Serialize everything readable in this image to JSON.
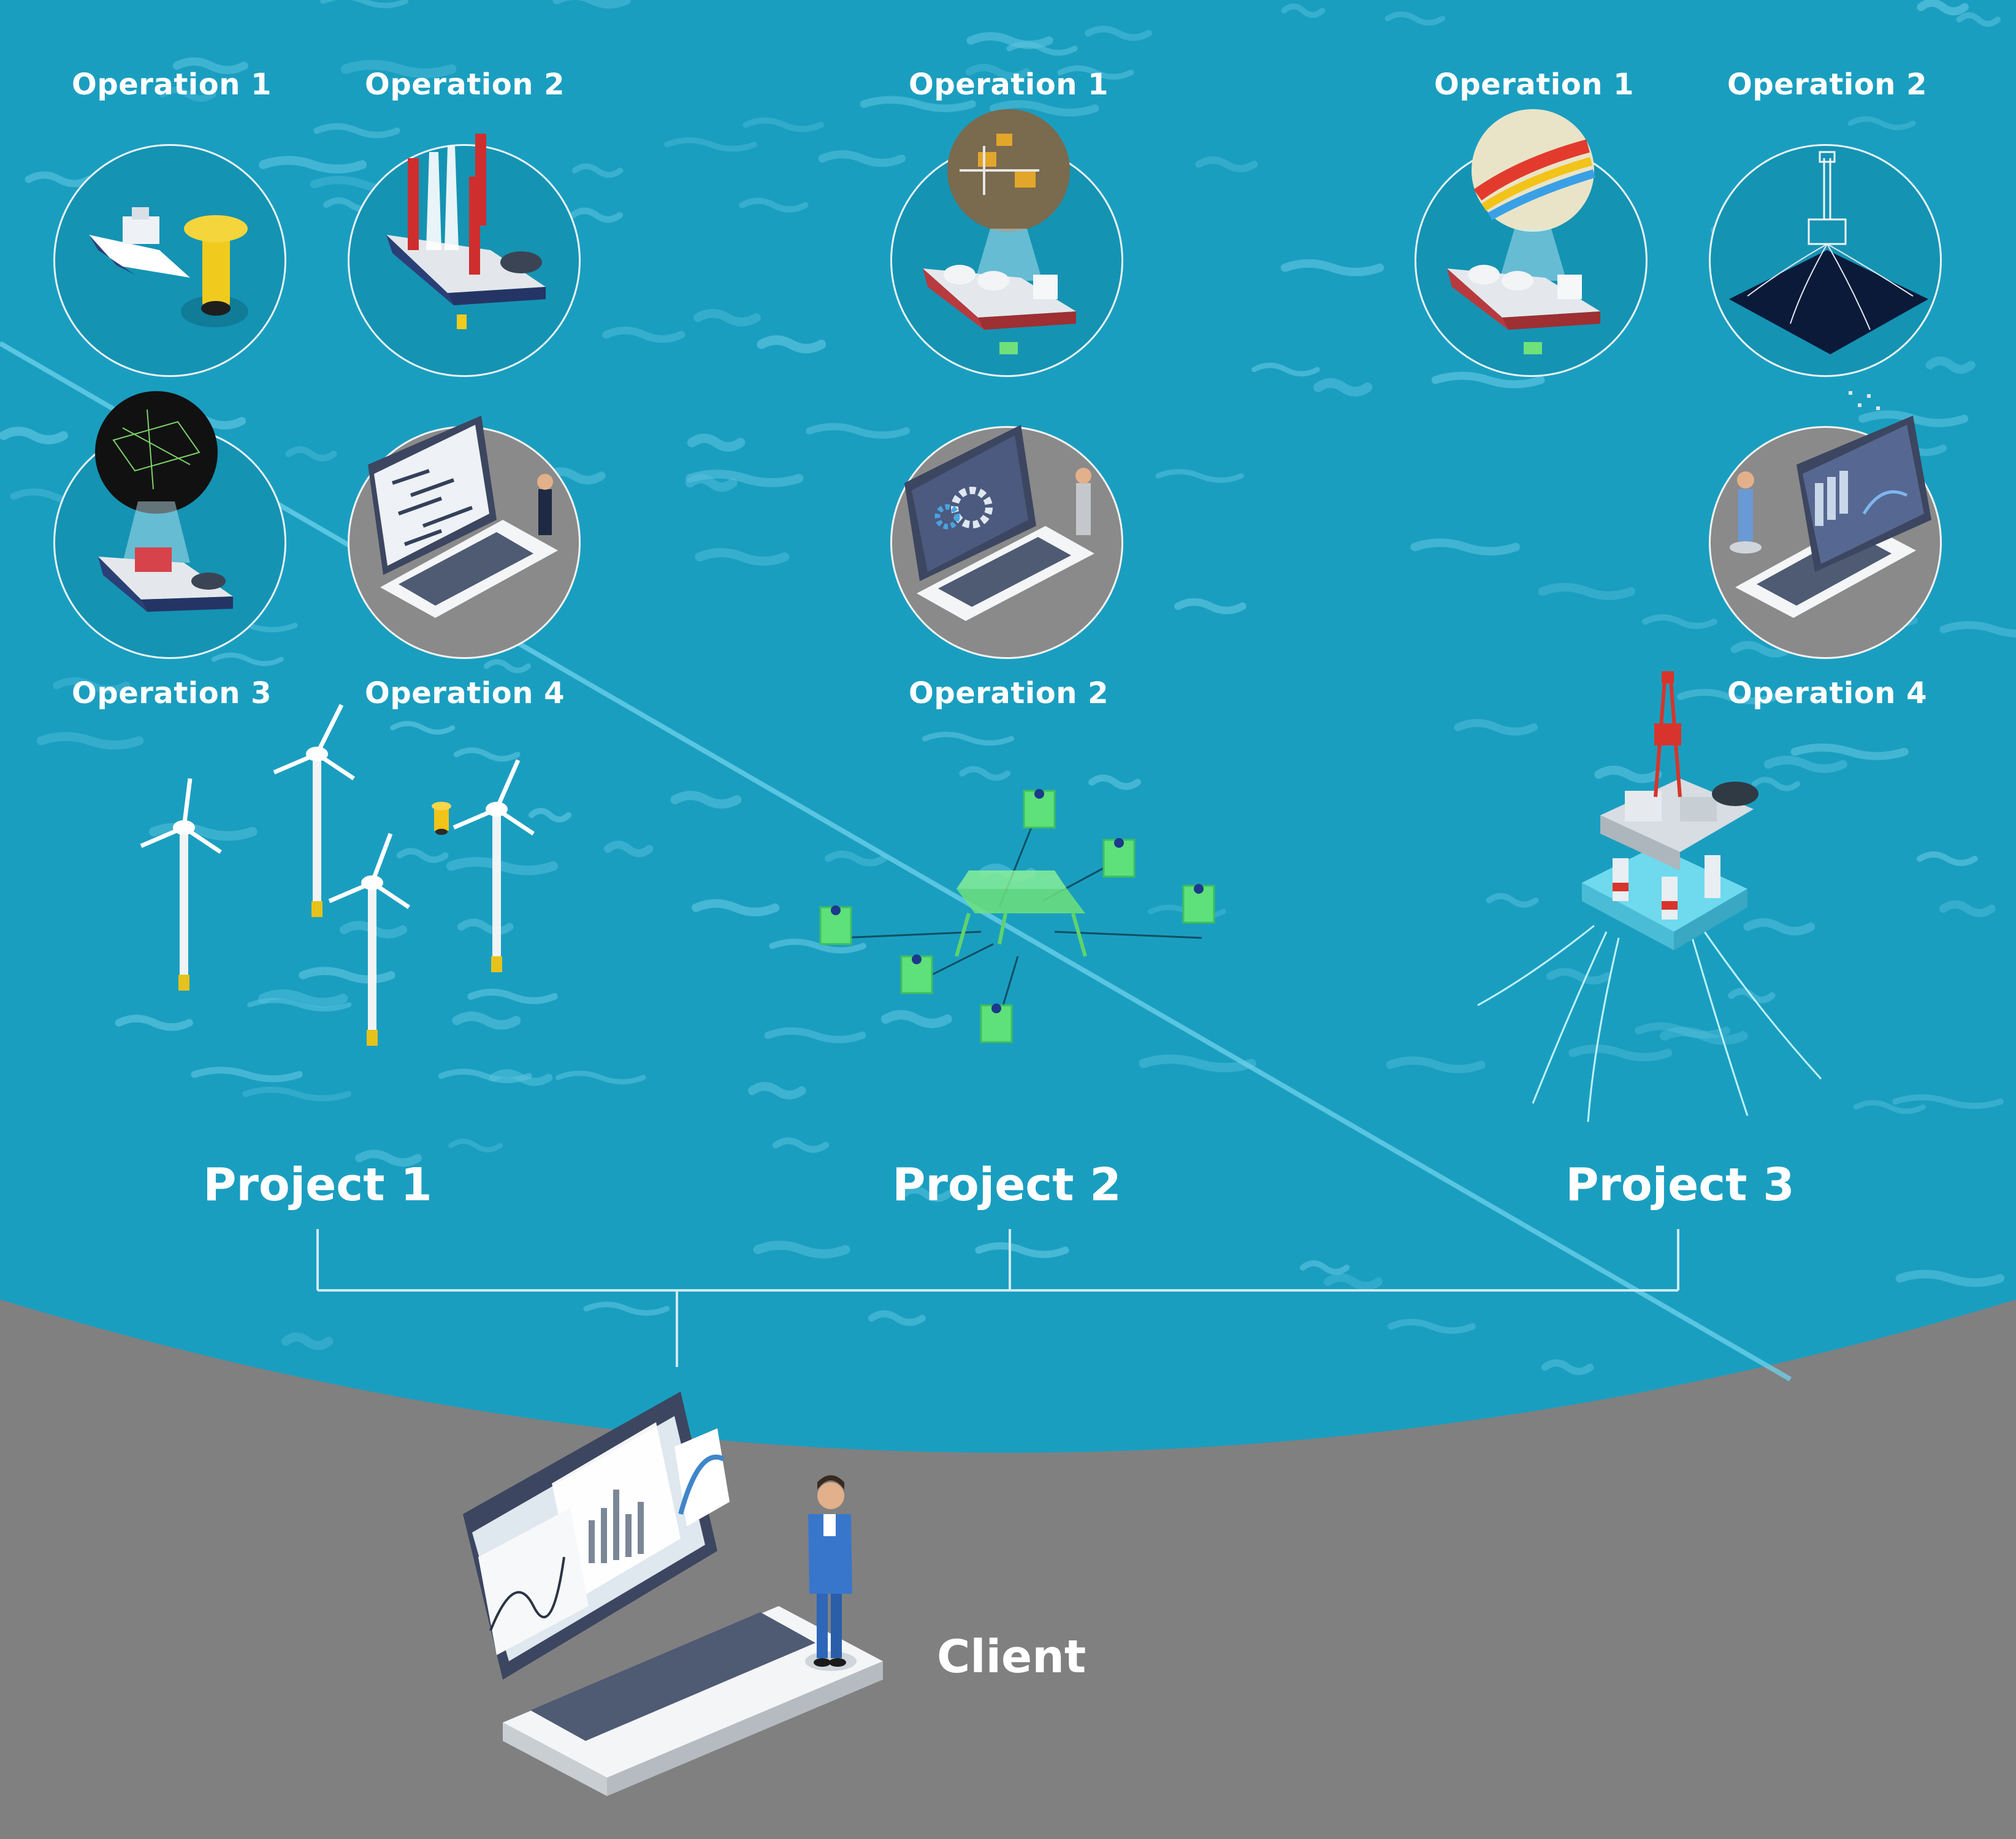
{
  "projects": [
    {
      "name": "Project 1",
      "operations": [
        {
          "label": "Operation 1",
          "scene": "survey-vessel-and-buoy"
        },
        {
          "label": "Operation 2",
          "scene": "jack-up-installation-vessel"
        },
        {
          "label": "Operation 3",
          "scene": "vessel-with-3d-scan"
        },
        {
          "label": "Operation 4",
          "scene": "laptop-with-schedule"
        }
      ],
      "asset": "offshore-wind-farm"
    },
    {
      "name": "Project 2",
      "operations": [
        {
          "label": "Operation 1",
          "scene": "vessel-with-subsea-model"
        },
        {
          "label": "Operation 2",
          "scene": "laptop-with-gears"
        }
      ],
      "asset": "subsea-manifold-field"
    },
    {
      "name": "Project 3",
      "operations": [
        {
          "label": "Operation 1",
          "scene": "vessel-with-seabed-map"
        },
        {
          "label": "Operation 2",
          "scene": "platform-mooring-model"
        },
        {
          "label": "Operation 4",
          "scene": "laptop-with-dashboard"
        }
      ],
      "asset": "offshore-oil-platform"
    }
  ],
  "client": {
    "label": "Client",
    "scene": "laptop-with-charts"
  },
  "colors": {
    "sea": "#1a9ec0",
    "seabed": "#808080",
    "wave": "#5cc3df",
    "connector": "#cfe9f2",
    "label": "#ffffff"
  }
}
